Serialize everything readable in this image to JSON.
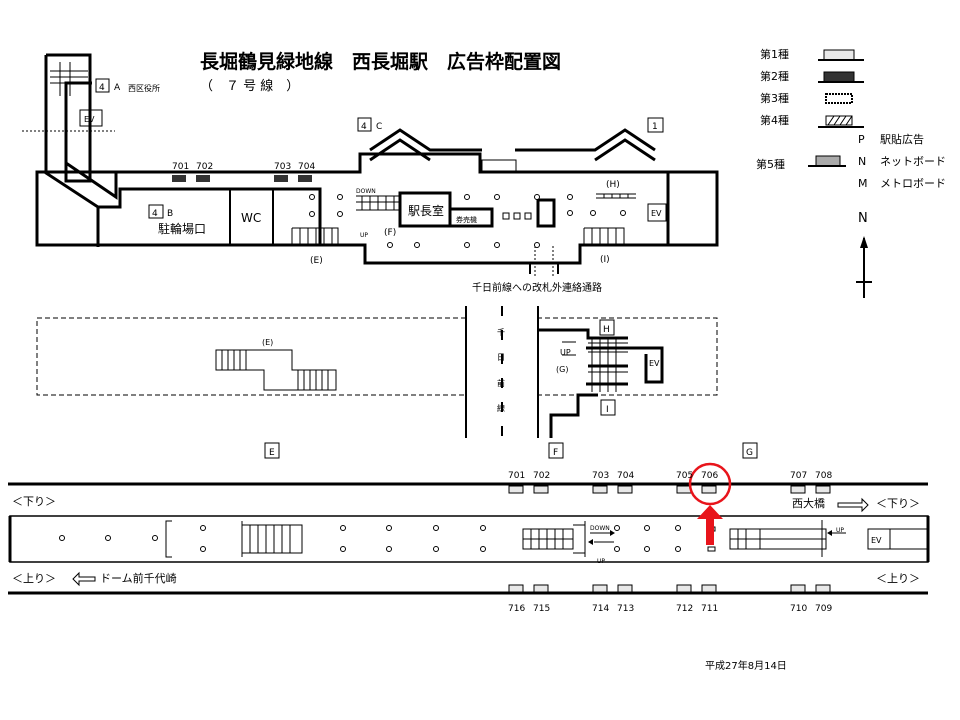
{
  "title": "長堀鶴見緑地線　西長堀駅　広告枠配置図",
  "subtitle": "（　７ 号 線　）",
  "legend": {
    "type1": "第1種",
    "type2": "第2種",
    "type3": "第3種",
    "type4": "第4種",
    "type5": "第5種",
    "p_letter": "P",
    "p_label": "駅貼広告",
    "n_letter": "N",
    "n_label": "ネットボード",
    "m_letter": "M",
    "m_label": "メトロボード",
    "north": "N",
    "colors": {
      "type1": "#e8e8e8",
      "type2": "#333333",
      "type5": "#aaaaaa",
      "highlight": "#e8141b"
    }
  },
  "concourse": {
    "exit_a_num": "4",
    "exit_a": "A",
    "exit_a_name": "西区役所",
    "exit_b_num": "4",
    "exit_b": "B",
    "exit_b_name": "駐輪場口",
    "exit_c_num": "4",
    "exit_c": "C",
    "exit_1": "1",
    "ev": "EV",
    "wc": "WC",
    "station_office": "駅長室",
    "ticket_machine": "券売機",
    "down": "DOWN",
    "up": "UP",
    "stair_e": "(E)",
    "stair_f": "(F)",
    "stair_h": "(H)",
    "stair_i": "(I)",
    "passage": "千日前線への改札外連絡通路",
    "ads": [
      "701",
      "702",
      "703",
      "704"
    ]
  },
  "middle": {
    "stair_e": "(E)",
    "stair_g": "(G)",
    "h": "H",
    "i": "I",
    "ev": "EV",
    "up": "UP",
    "sennichimae": [
      "千",
      "日",
      "前",
      "線"
    ]
  },
  "platform": {
    "zone_e": "E",
    "zone_f": "F",
    "zone_g": "G",
    "down_label": "＜下り＞",
    "up_label": "＜上り＞",
    "down_dest": "西大橋",
    "up_dest": "ドーム前千代崎",
    "down": "DOWN",
    "up": "UP",
    "ev": "EV",
    "top_ads": [
      "701",
      "702",
      "703",
      "704",
      "705",
      "706",
      "707",
      "708"
    ],
    "bottom_ads": [
      "716",
      "715",
      "714",
      "713",
      "712",
      "711",
      "710",
      "709"
    ],
    "highlighted_ad": "706"
  },
  "date": "平成27年8月14日"
}
